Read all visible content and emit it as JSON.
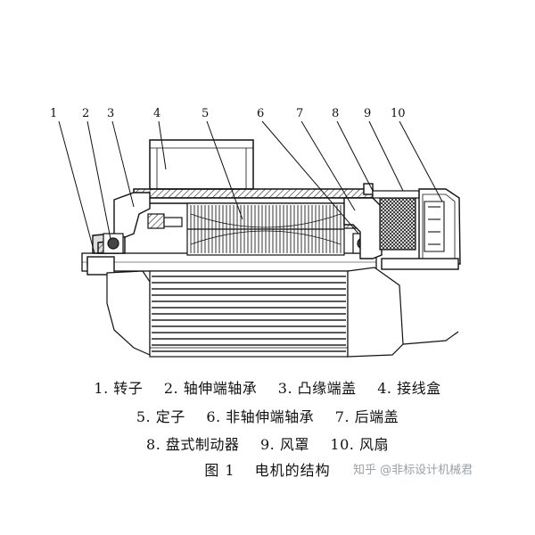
{
  "callouts": [
    "1",
    "2",
    "3",
    "4",
    "5",
    "6",
    "7",
    "8",
    "9",
    "10"
  ],
  "legend": {
    "row1": [
      "1. 转子",
      "2. 轴伸端轴承",
      "3. 凸缘端盖",
      "4. 接线盒"
    ],
    "row2": [
      "5. 定子",
      "6. 非轴伸端轴承",
      "7. 后端盖"
    ],
    "row3": [
      "8. 盘式制动器",
      "9. 风罩",
      "10. 风扇"
    ]
  },
  "caption": {
    "number": "图 1",
    "title": "电机的结构"
  },
  "watermark": "知乎 @非标设计机械君"
}
